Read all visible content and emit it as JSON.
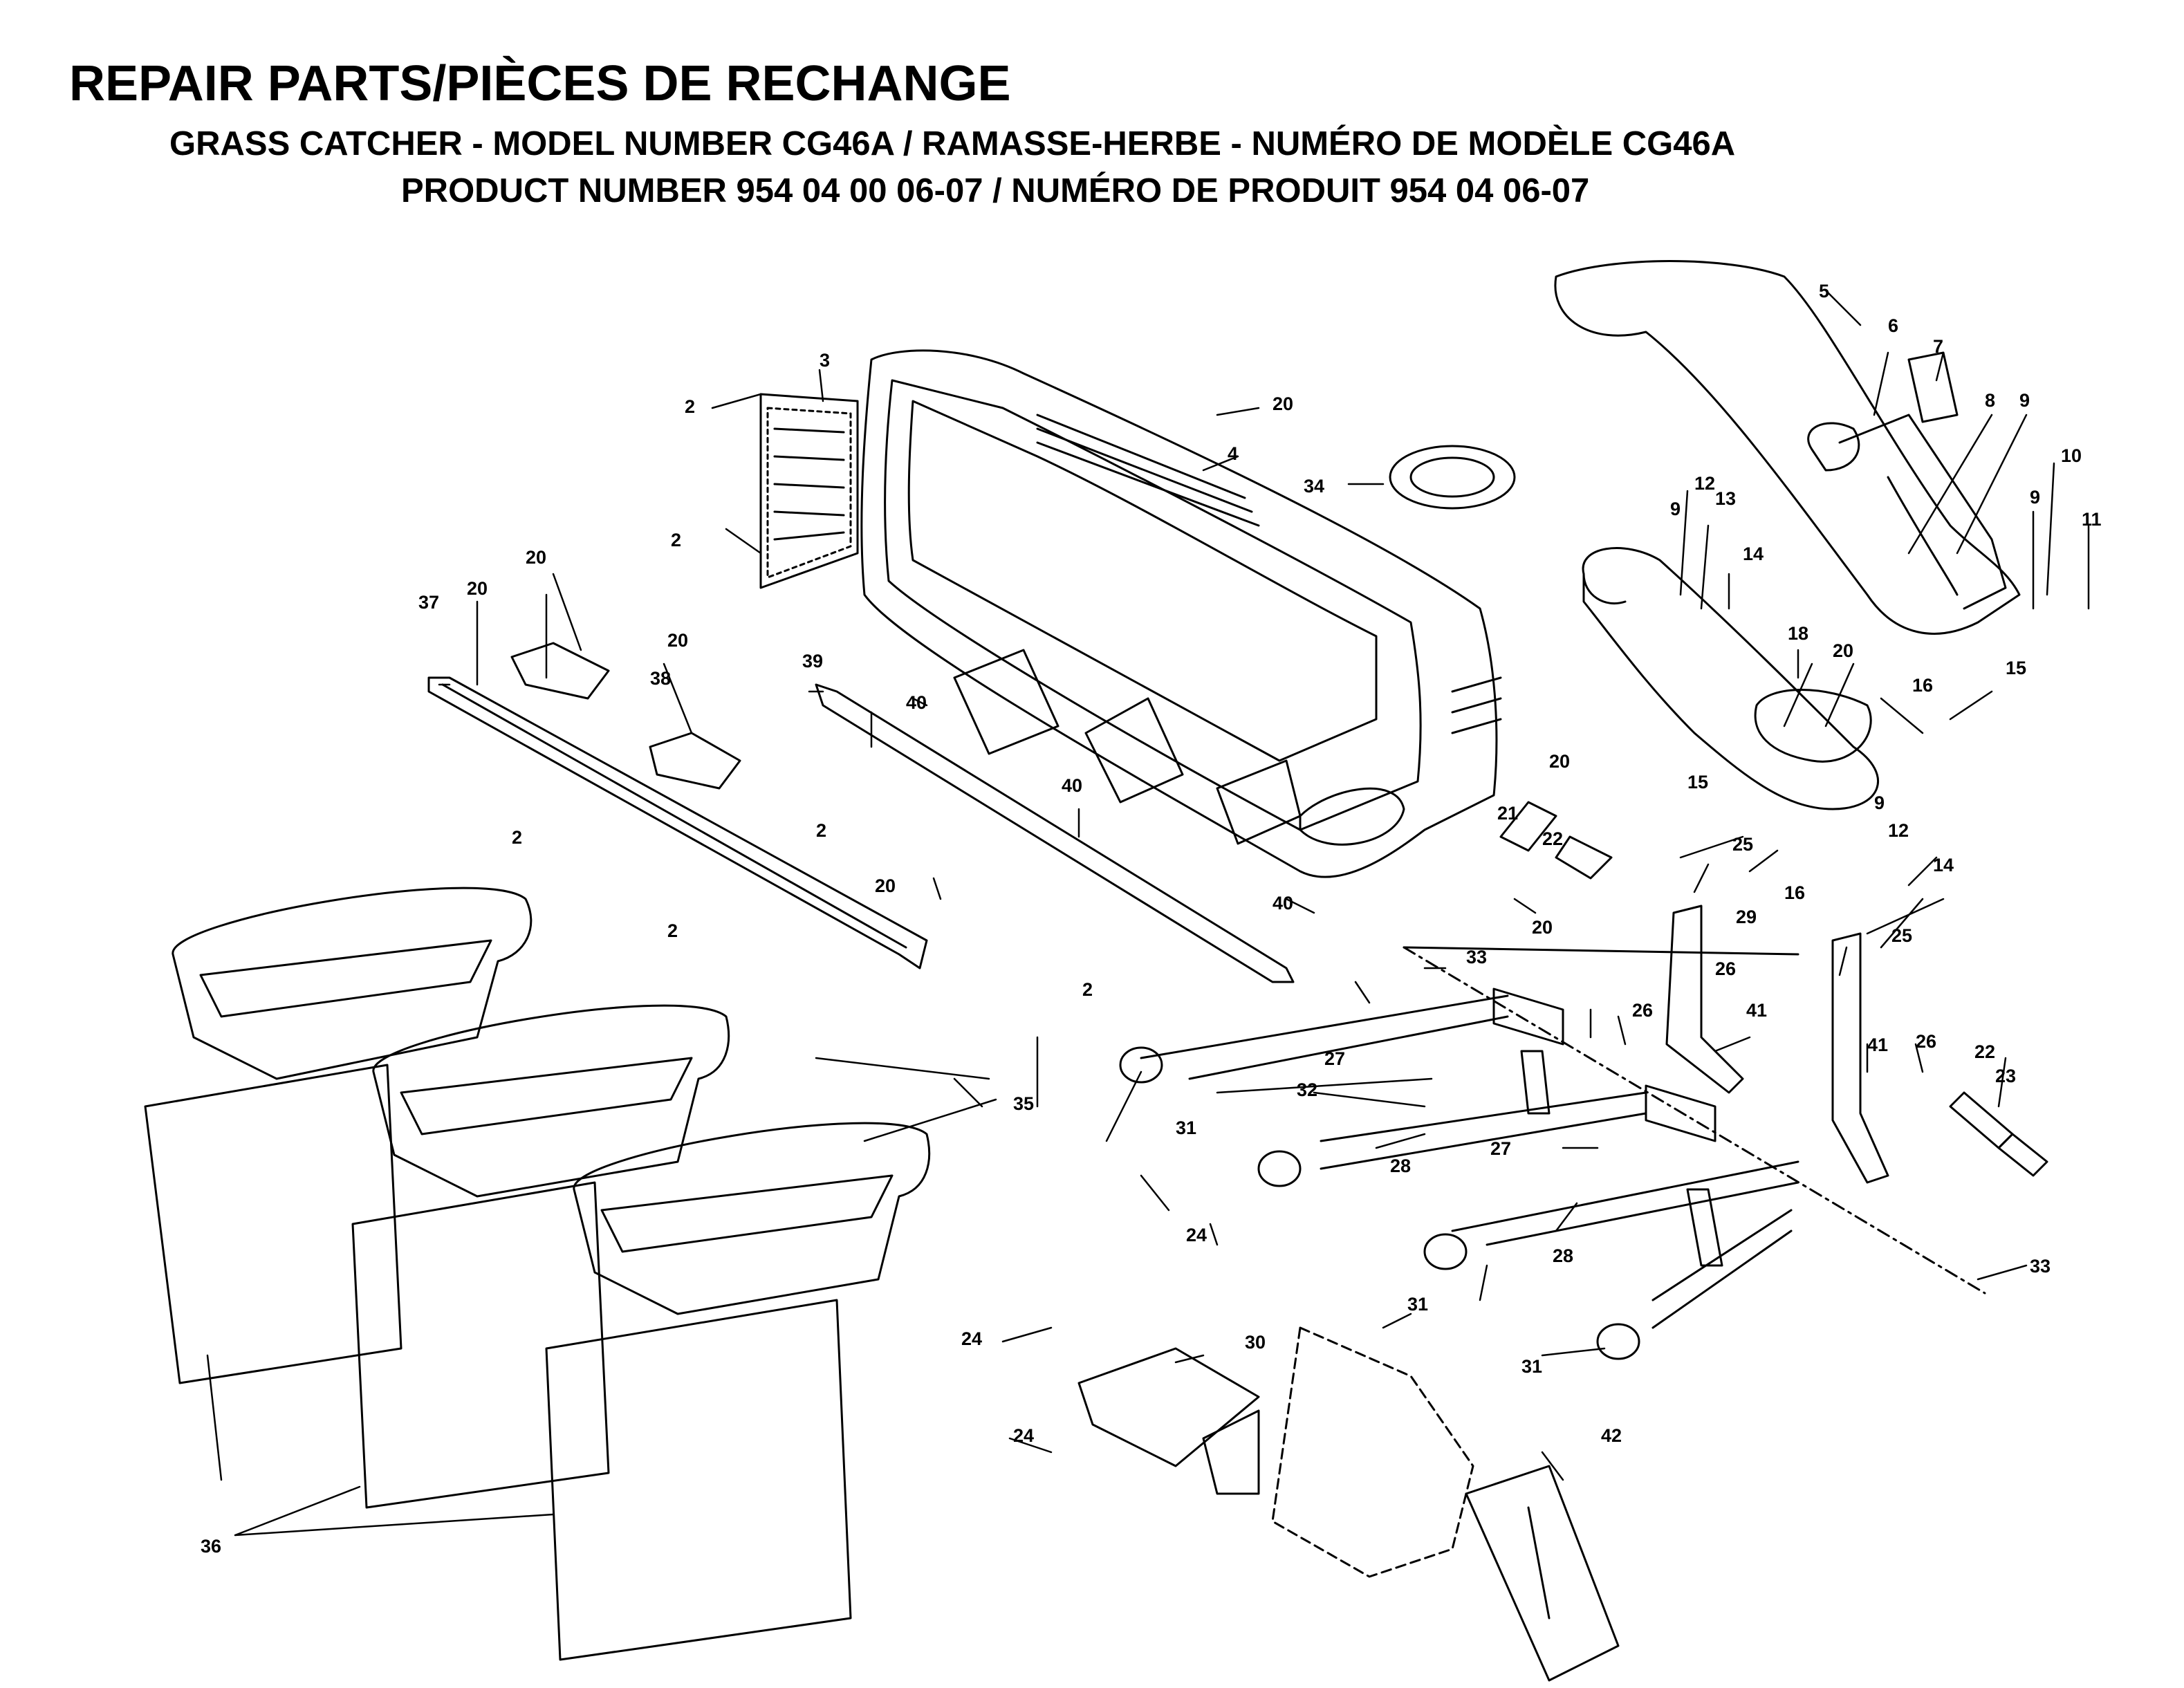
{
  "header": {
    "title": "REPAIR PARTS/PIÈCES DE RECHANGE",
    "subtitle_1": "GRASS CATCHER - MODEL NUMBER CG46A / RAMASSE-HERBE - NUMÉRO DE MODÈLE CG46A",
    "subtitle_2": "PRODUCT NUMBER 954 04 00 06-07 / NUMÉRO DE PRODUIT 954 04 06-07"
  },
  "callouts": [
    {
      "id": "c-5",
      "label": "5"
    },
    {
      "id": "c-6",
      "label": "6"
    },
    {
      "id": "c-7",
      "label": "7"
    },
    {
      "id": "c-8",
      "label": "8"
    },
    {
      "id": "c-9a",
      "label": "9"
    },
    {
      "id": "c-10",
      "label": "10"
    },
    {
      "id": "c-9b",
      "label": "9"
    },
    {
      "id": "c-11",
      "label": "11"
    },
    {
      "id": "c-3",
      "label": "3"
    },
    {
      "id": "c-2a",
      "label": "2"
    },
    {
      "id": "c-20a",
      "label": "20"
    },
    {
      "id": "c-4",
      "label": "4"
    },
    {
      "id": "c-34",
      "label": "34"
    },
    {
      "id": "c-2b",
      "label": "2"
    },
    {
      "id": "c-12a",
      "label": "12"
    },
    {
      "id": "c-9c",
      "label": "9"
    },
    {
      "id": "c-13",
      "label": "13"
    },
    {
      "id": "c-14a",
      "label": "14"
    },
    {
      "id": "c-20b",
      "label": "20"
    },
    {
      "id": "c-37",
      "label": "37"
    },
    {
      "id": "c-20c",
      "label": "20"
    },
    {
      "id": "c-20d",
      "label": "20"
    },
    {
      "id": "c-38",
      "label": "38"
    },
    {
      "id": "c-39",
      "label": "39"
    },
    {
      "id": "c-40a",
      "label": "40"
    },
    {
      "id": "c-18",
      "label": "18"
    },
    {
      "id": "c-20e",
      "label": "20"
    },
    {
      "id": "c-16a",
      "label": "16"
    },
    {
      "id": "c-15a",
      "label": "15"
    },
    {
      "id": "c-20f",
      "label": "20"
    },
    {
      "id": "c-21",
      "label": "21"
    },
    {
      "id": "c-22a",
      "label": "22"
    },
    {
      "id": "c-15b",
      "label": "15"
    },
    {
      "id": "c-9d",
      "label": "9"
    },
    {
      "id": "c-12b",
      "label": "12"
    },
    {
      "id": "c-2c",
      "label": "2"
    },
    {
      "id": "c-40b",
      "label": "40"
    },
    {
      "id": "c-25a",
      "label": "25"
    },
    {
      "id": "c-14b",
      "label": "14"
    },
    {
      "id": "c-2d",
      "label": "2"
    },
    {
      "id": "c-20g",
      "label": "20"
    },
    {
      "id": "c-16b",
      "label": "16"
    },
    {
      "id": "c-40c",
      "label": "40"
    },
    {
      "id": "c-20h",
      "label": "20"
    },
    {
      "id": "c-29",
      "label": "29"
    },
    {
      "id": "c-25b",
      "label": "25"
    },
    {
      "id": "c-2e",
      "label": "2"
    },
    {
      "id": "c-33a",
      "label": "33"
    },
    {
      "id": "c-2f",
      "label": "2"
    },
    {
      "id": "c-26a",
      "label": "26"
    },
    {
      "id": "c-41a",
      "label": "41"
    },
    {
      "id": "c-26b",
      "label": "26"
    },
    {
      "id": "c-41b",
      "label": "41"
    },
    {
      "id": "c-26c",
      "label": "26"
    },
    {
      "id": "c-22b",
      "label": "22"
    },
    {
      "id": "c-27a",
      "label": "27"
    },
    {
      "id": "c-32",
      "label": "32"
    },
    {
      "id": "c-23",
      "label": "23"
    },
    {
      "id": "c-35",
      "label": "35"
    },
    {
      "id": "c-31a",
      "label": "31"
    },
    {
      "id": "c-28a",
      "label": "28"
    },
    {
      "id": "c-27b",
      "label": "27"
    },
    {
      "id": "c-28b",
      "label": "28"
    },
    {
      "id": "c-24a",
      "label": "24"
    },
    {
      "id": "c-33b",
      "label": "33"
    },
    {
      "id": "c-31b",
      "label": "31"
    },
    {
      "id": "c-24b",
      "label": "24"
    },
    {
      "id": "c-30",
      "label": "30"
    },
    {
      "id": "c-31c",
      "label": "31"
    },
    {
      "id": "c-24c",
      "label": "24"
    },
    {
      "id": "c-42",
      "label": "42"
    },
    {
      "id": "c-36",
      "label": "36"
    }
  ]
}
